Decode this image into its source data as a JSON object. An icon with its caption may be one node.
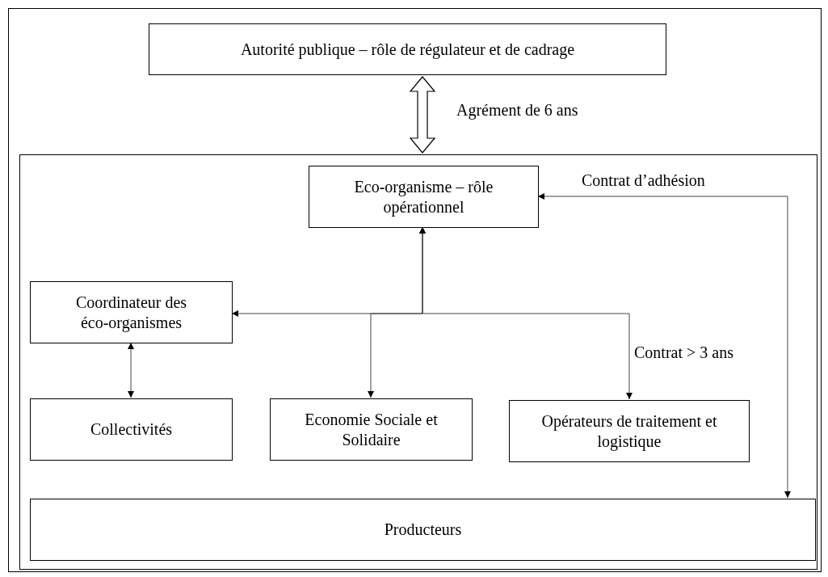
{
  "diagram": {
    "nodes": [
      {
        "text": [
          "Autorité publique – rôle de régulateur et de cadrage"
        ]
      },
      {
        "text": [],
        "shape": "box"
      },
      {
        "text": [
          "Eco-organisme – rôle opérationnel"
        ],
        "in": 1
      },
      {
        "text": [
          "Coordinateur des éco-organismes"
        ],
        "in": 1
      },
      {
        "text": [
          "Collectivités"
        ],
        "in": 1
      },
      {
        "text": [
          "Economie Sociale et Solidaire"
        ],
        "in": 1
      },
      {
        "text": [
          "Opérateurs de traitement et logistique"
        ],
        "in": 1
      },
      {
        "text": [
          "Producteurs"
        ],
        "in": 1
      }
    ],
    "edges": [
      {
        "from": 0,
        "to": 1,
        "arrow": "both",
        "style": "thick",
        "label": "Agrément de 6 ans"
      },
      {
        "from": 2,
        "to": 3,
        "arrow": "both"
      },
      {
        "from": 2,
        "to": 5,
        "arrow": "both"
      },
      {
        "from": 2,
        "to": 6,
        "arrow": "both",
        "label": "Contrat > 3 ans"
      },
      {
        "from": 3,
        "to": 4,
        "arrow": "both"
      },
      {
        "from": 7,
        "to": 2,
        "arrow": "both",
        "label": "Contrat d’adhésion"
      }
    ]
  }
}
